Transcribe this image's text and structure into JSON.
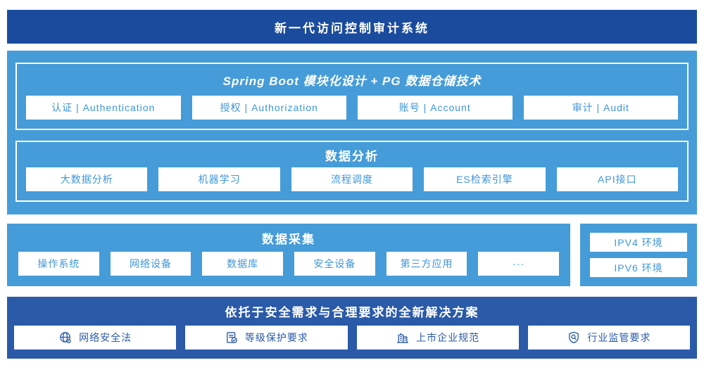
{
  "colors": {
    "header_blue": "#1A4B9D",
    "solution_blue": "#2A5AA8",
    "light_blue": "#459CD9",
    "item_text_blue": "#3E96D9",
    "box_background": "#FFFFFF"
  },
  "header": {
    "title": "新一代访问控制审计系统"
  },
  "platform": {
    "modules": {
      "title": "Spring Boot 模块化设计 + PG 数据仓储技术",
      "items": [
        "认证 | Authentication",
        "授权 | Authorization",
        "账号 | Account",
        "审计 | Audit"
      ]
    },
    "analysis": {
      "title": "数据分析",
      "items": [
        "大数据分析",
        "机器学习",
        "流程调度",
        "ES检索引擎",
        "API接口"
      ]
    }
  },
  "collection": {
    "title": "数据采集",
    "items": [
      "操作系统",
      "网络设备",
      "数据库",
      "安全设备",
      "第三方应用",
      "···"
    ]
  },
  "environment": {
    "items": [
      "IPV4 环境",
      "IPV6 环境"
    ]
  },
  "solution": {
    "title": "依托于安全需求与合理要求的全新解决方案",
    "items": [
      {
        "icon": "globe-icon",
        "label": "网络安全法"
      },
      {
        "icon": "document-check-icon",
        "label": "等级保护要求"
      },
      {
        "icon": "building-icon",
        "label": "上市企业规范"
      },
      {
        "icon": "shield-search-icon",
        "label": "行业监管要求"
      }
    ]
  }
}
